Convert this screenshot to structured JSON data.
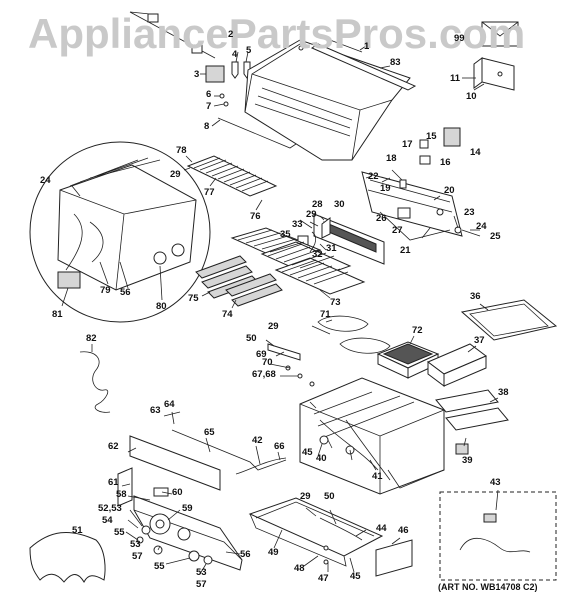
{
  "watermark": "AppliancePartsPros.com",
  "art_number": "(ART NO. WB14708 C2)",
  "callouts": [
    {
      "id": "c1",
      "text": "1"
    },
    {
      "id": "c2",
      "text": "2"
    },
    {
      "id": "c3",
      "text": "3"
    },
    {
      "id": "c4",
      "text": "4"
    },
    {
      "id": "c5",
      "text": "5"
    },
    {
      "id": "c6",
      "text": "6"
    },
    {
      "id": "c7",
      "text": "7"
    },
    {
      "id": "c8",
      "text": "8"
    },
    {
      "id": "c10",
      "text": "10"
    },
    {
      "id": "c11",
      "text": "11"
    },
    {
      "id": "c14",
      "text": "14"
    },
    {
      "id": "c15",
      "text": "15"
    },
    {
      "id": "c16",
      "text": "16"
    },
    {
      "id": "c17",
      "text": "17"
    },
    {
      "id": "c18",
      "text": "18"
    },
    {
      "id": "c19",
      "text": "19"
    },
    {
      "id": "c20",
      "text": "20"
    },
    {
      "id": "c21",
      "text": "21"
    },
    {
      "id": "c22",
      "text": "22"
    },
    {
      "id": "c23",
      "text": "23"
    },
    {
      "id": "c24a",
      "text": "24"
    },
    {
      "id": "c24b",
      "text": "24"
    },
    {
      "id": "c25",
      "text": "25"
    },
    {
      "id": "c26",
      "text": "26"
    },
    {
      "id": "c27",
      "text": "27"
    },
    {
      "id": "c28",
      "text": "28"
    },
    {
      "id": "c29a",
      "text": "29"
    },
    {
      "id": "c29b",
      "text": "29"
    },
    {
      "id": "c29c",
      "text": "29"
    },
    {
      "id": "c29d",
      "text": "29"
    },
    {
      "id": "c30",
      "text": "30"
    },
    {
      "id": "c31",
      "text": "31"
    },
    {
      "id": "c32",
      "text": "32"
    },
    {
      "id": "c33",
      "text": "33"
    },
    {
      "id": "c35",
      "text": "35"
    },
    {
      "id": "c36",
      "text": "36"
    },
    {
      "id": "c37",
      "text": "37"
    },
    {
      "id": "c38",
      "text": "38"
    },
    {
      "id": "c39",
      "text": "39"
    },
    {
      "id": "c40",
      "text": "40"
    },
    {
      "id": "c41",
      "text": "41"
    },
    {
      "id": "c42",
      "text": "42"
    },
    {
      "id": "c43",
      "text": "43"
    },
    {
      "id": "c44",
      "text": "44"
    },
    {
      "id": "c45a",
      "text": "45"
    },
    {
      "id": "c45b",
      "text": "45"
    },
    {
      "id": "c46",
      "text": "46"
    },
    {
      "id": "c47",
      "text": "47"
    },
    {
      "id": "c48",
      "text": "48"
    },
    {
      "id": "c49",
      "text": "49"
    },
    {
      "id": "c50a",
      "text": "50"
    },
    {
      "id": "c50b",
      "text": "50"
    },
    {
      "id": "c51",
      "text": "51"
    },
    {
      "id": "c5253",
      "text": "52,53"
    },
    {
      "id": "c53a",
      "text": "53"
    },
    {
      "id": "c53b",
      "text": "53"
    },
    {
      "id": "c54",
      "text": "54"
    },
    {
      "id": "c55a",
      "text": "55"
    },
    {
      "id": "c55b",
      "text": "55"
    },
    {
      "id": "c56a",
      "text": "56"
    },
    {
      "id": "c56b",
      "text": "56"
    },
    {
      "id": "c57a",
      "text": "57"
    },
    {
      "id": "c57b",
      "text": "57"
    },
    {
      "id": "c58",
      "text": "58"
    },
    {
      "id": "c59",
      "text": "59"
    },
    {
      "id": "c60",
      "text": "60"
    },
    {
      "id": "c61",
      "text": "61"
    },
    {
      "id": "c62",
      "text": "62"
    },
    {
      "id": "c63",
      "text": "63"
    },
    {
      "id": "c64",
      "text": "64"
    },
    {
      "id": "c65",
      "text": "65"
    },
    {
      "id": "c66",
      "text": "66"
    },
    {
      "id": "c6768",
      "text": "67,68"
    },
    {
      "id": "c69",
      "text": "69"
    },
    {
      "id": "c70",
      "text": "70"
    },
    {
      "id": "c71",
      "text": "71"
    },
    {
      "id": "c72",
      "text": "72"
    },
    {
      "id": "c73",
      "text": "73"
    },
    {
      "id": "c74",
      "text": "74"
    },
    {
      "id": "c75",
      "text": "75"
    },
    {
      "id": "c76",
      "text": "76"
    },
    {
      "id": "c77",
      "text": "77"
    },
    {
      "id": "c78",
      "text": "78"
    },
    {
      "id": "c79",
      "text": "79"
    },
    {
      "id": "c80",
      "text": "80"
    },
    {
      "id": "c81",
      "text": "81"
    },
    {
      "id": "c82",
      "text": "82"
    },
    {
      "id": "c83",
      "text": "83"
    },
    {
      "id": "c99",
      "text": "99"
    }
  ]
}
